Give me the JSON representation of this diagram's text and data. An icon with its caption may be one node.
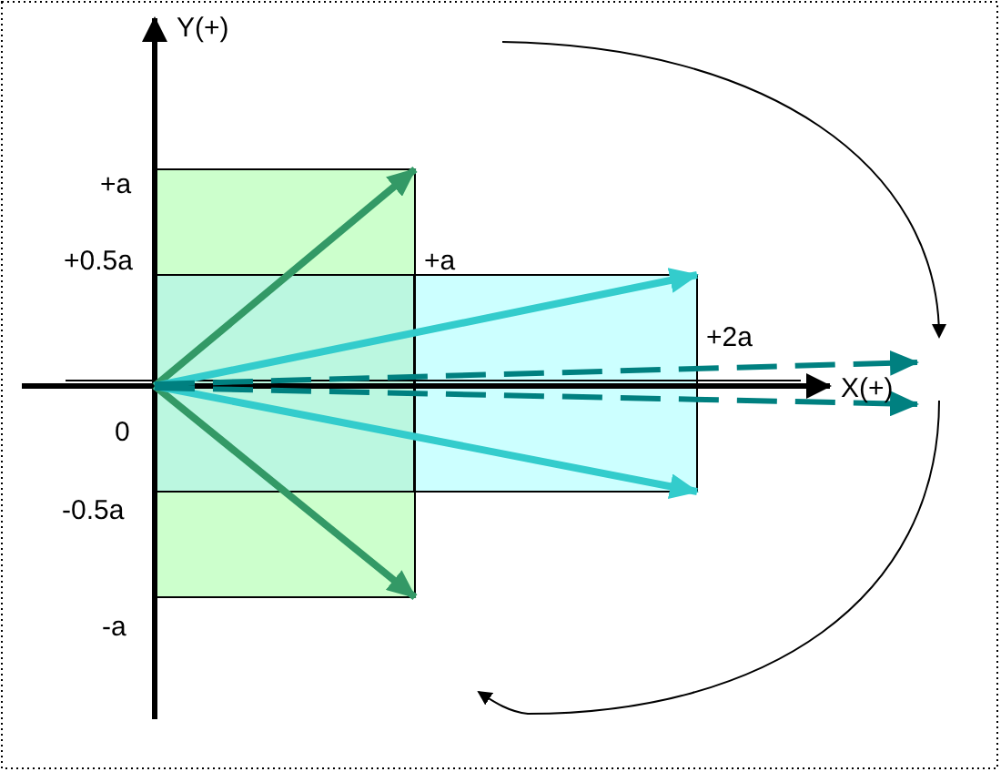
{
  "diagram": {
    "labels": [
      "Y(+)",
      "+a",
      "+0.5a",
      "+a",
      "+2a",
      "X(+)",
      "0",
      "-0.5a",
      "-a"
    ]
  }
}
